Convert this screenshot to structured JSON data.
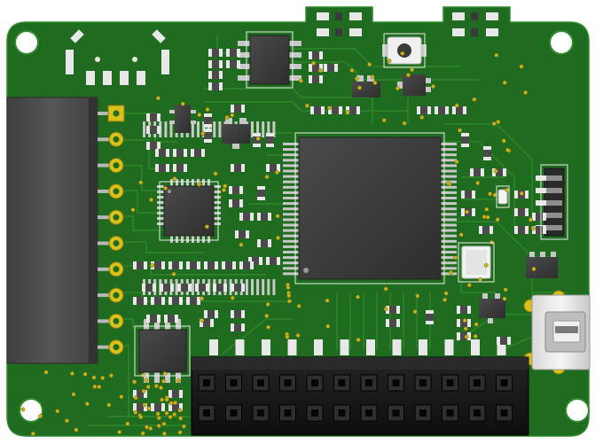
{
  "board": {
    "colors": {
      "pcb": "#1f6b1f",
      "pcb_edge": "#2c8a2c",
      "trace": "#2f7d2a",
      "silk": "#e9efe6",
      "pad": "#e8e8e8",
      "gold": "#c9b21a",
      "ic_body": "#3b3b3b",
      "ic_pin": "#c8c8c8",
      "header_body": "#151515",
      "header_pin": "#3a3a3a",
      "module": "#4a4a4a",
      "hole": "#ffffff"
    },
    "parts": {
      "mcu": "qfp-microcontroller",
      "mcu2": "qfn-chip",
      "soic_top": "soic-eeprom",
      "soic_bottom": "soic-chip",
      "button": "tactile-button",
      "usb": "micro-usb-connector",
      "pin_header": "dual-row-pin-header",
      "side_module": "side-connector-module",
      "right_header": "right-angle-header",
      "crystal": "crystal-oscillator"
    }
  }
}
